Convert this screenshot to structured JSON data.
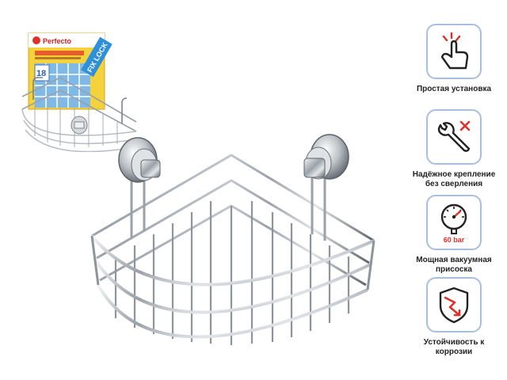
{
  "package": {
    "brand": "Perfecto",
    "badge": "FIX LOCK",
    "load_number": "18"
  },
  "features": [
    {
      "label": "Простая установка",
      "icon": "finger-tap-icon"
    },
    {
      "label": "Надёжное крепление без сверления",
      "icon": "no-drill-wrench-icon"
    },
    {
      "label": "Мощная вакуумная присоска",
      "icon": "pressure-gauge-icon",
      "badge": "60 bar"
    },
    {
      "label": "Устойчивость к коррозии",
      "icon": "corrosion-shield-icon"
    }
  ],
  "colors": {
    "accent_red": "#e0302a",
    "card_border": "#a8bfe0",
    "chrome": "#b9bec4",
    "chrome_dark": "#6f757c"
  }
}
